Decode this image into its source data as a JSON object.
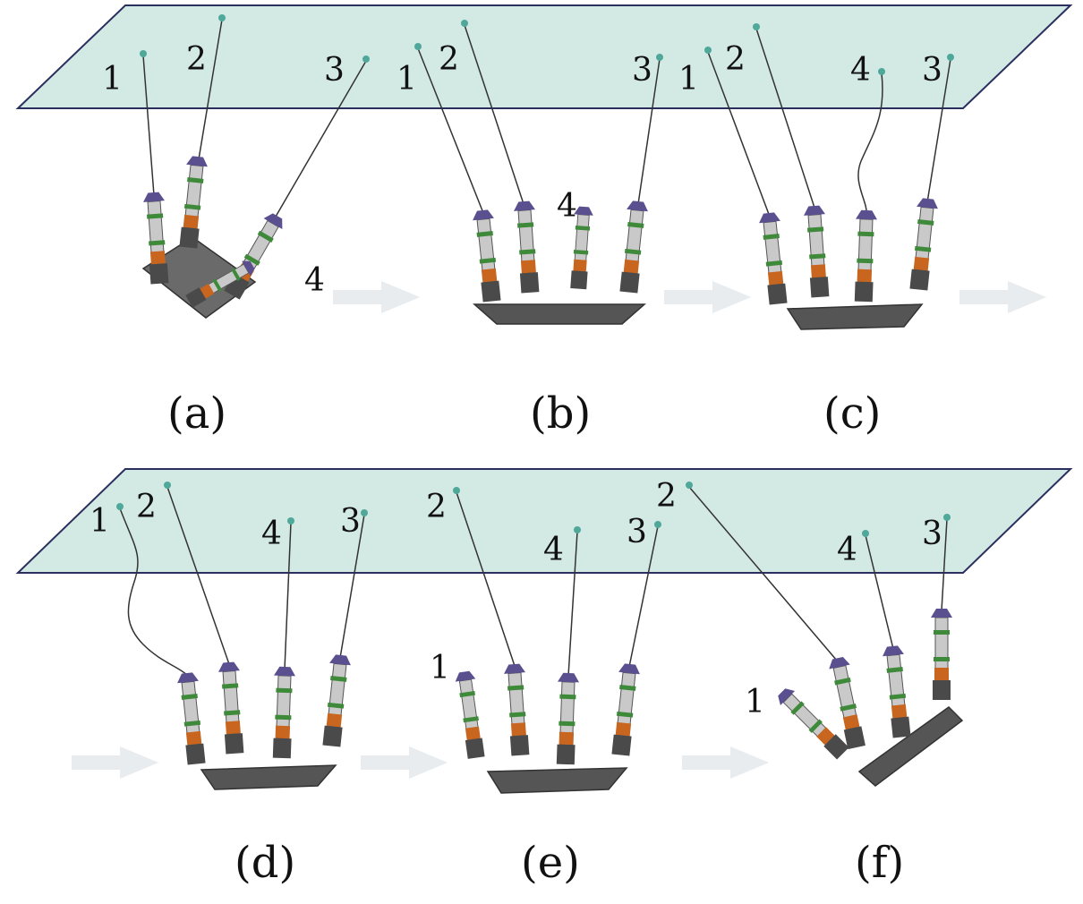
{
  "colors": {
    "plane_fill": "#d3eae4",
    "plane_stroke": "#2a2f5e",
    "cable": "#333333",
    "anchor": "#4fa89a",
    "arrow": "#e8ecef",
    "body": "#4a4a4a",
    "suction": "#5a4f8f",
    "band": "#3f8a3a",
    "motor": "#c8651e",
    "link": "#c9c9c9"
  },
  "panels": [
    {
      "caption": "(a)",
      "labels": [
        {
          "text": "1"
        },
        {
          "text": "2"
        },
        {
          "text": "3"
        },
        {
          "text": "4"
        }
      ]
    },
    {
      "caption": "(b)",
      "labels": [
        {
          "text": "1"
        },
        {
          "text": "2"
        },
        {
          "text": "3"
        },
        {
          "text": "4"
        }
      ]
    },
    {
      "caption": "(c)",
      "labels": [
        {
          "text": "1"
        },
        {
          "text": "2"
        },
        {
          "text": "4"
        },
        {
          "text": "3"
        }
      ]
    },
    {
      "caption": "(d)",
      "labels": [
        {
          "text": "1"
        },
        {
          "text": "2"
        },
        {
          "text": "4"
        },
        {
          "text": "3"
        }
      ]
    },
    {
      "caption": "(e)",
      "labels": [
        {
          "text": "2"
        },
        {
          "text": "4"
        },
        {
          "text": "3"
        },
        {
          "text": "1"
        }
      ]
    },
    {
      "caption": "(f)",
      "labels": [
        {
          "text": "2"
        },
        {
          "text": "4"
        },
        {
          "text": "3"
        },
        {
          "text": "1"
        }
      ]
    }
  ]
}
